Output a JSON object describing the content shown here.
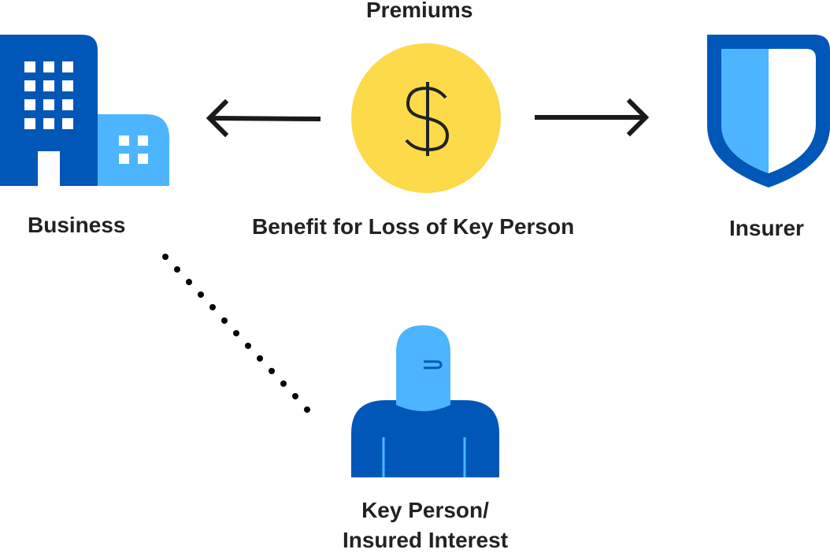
{
  "labels": {
    "premiums": "Premiums",
    "benefit": "Benefit for Loss of Key Person",
    "business": "Business",
    "insurer": "Insurer",
    "key_person_line1": "Key Person/",
    "key_person_line2": "Insured Interest"
  },
  "icons": {
    "business": "building-icon",
    "insurer": "shield-icon",
    "money": "dollar-coin-icon",
    "person": "person-icon",
    "coin_symbol": "$"
  },
  "colors": {
    "dark_blue": "#0057B8",
    "light_blue": "#4DB5FF",
    "coin_yellow": "#FDDA4A",
    "text": "#222222"
  }
}
